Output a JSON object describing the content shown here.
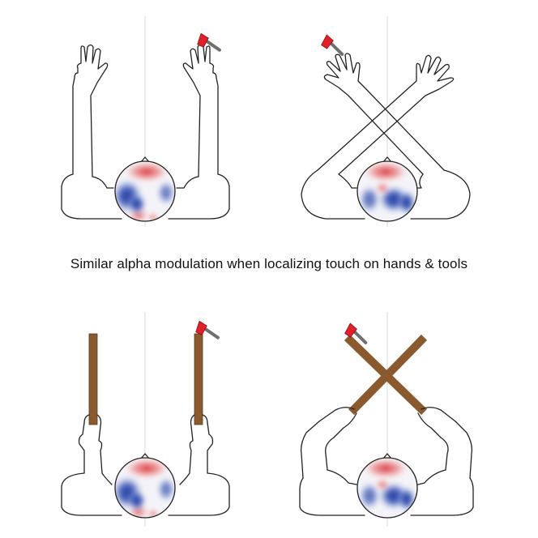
{
  "caption": "Similar alpha modulation when localizing touch on hands & tools",
  "panels": [
    {
      "id": "hands-uncrossed",
      "effector": "hands",
      "posture": "uncrossed",
      "stimulated_side": "right"
    },
    {
      "id": "hands-crossed",
      "effector": "hands",
      "posture": "crossed",
      "stimulated_side": "left"
    },
    {
      "id": "tools-uncrossed",
      "effector": "tools",
      "posture": "uncrossed",
      "stimulated_side": "right"
    },
    {
      "id": "tools-crossed",
      "effector": "tools",
      "posture": "crossed",
      "stimulated_side": "left"
    }
  ],
  "colors": {
    "topo_positive": "#d9262b",
    "topo_negative": "#1f3a9e",
    "tool_brown": "#8a5a2e",
    "stimulator_red": "#e0202a",
    "stimulator_gray": "#6f6f6f",
    "outline": "#222222",
    "midline": "#cfcfcf"
  },
  "icons": [
    "tactile-stimulator-icon",
    "eeg-topography-map",
    "hand-outline",
    "tool-stick"
  ]
}
